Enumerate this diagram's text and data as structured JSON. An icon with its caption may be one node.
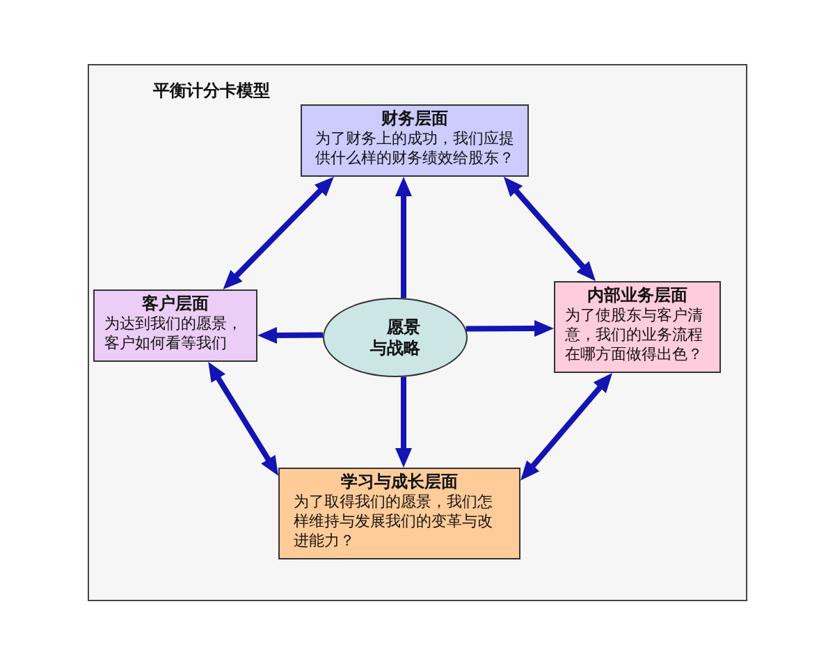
{
  "diagram": {
    "title": "平衡计分卡模型",
    "nodes": [
      {
        "text": [
          "财务层面",
          "为了财务上的成功，我们应提供什么样的财务绩效给股东？"
        ]
      },
      {
        "text": [
          "客户层面",
          "为达到我们的愿景，客户如何看等我们"
        ]
      },
      {
        "text": [
          "愿景与战略"
        ]
      },
      {
        "text": [
          "内部业务层面",
          "为了使股东与客户清意，我们的业务流程在哪方面做得出色？"
        ]
      },
      {
        "text": [
          "学习与成长层面",
          "为了取得我们的愿景，我们怎样维持与发展我们的变革与改进能力？"
        ]
      }
    ],
    "edges": [
      {
        "from": 0,
        "to": 1,
        "arrow": "both"
      },
      {
        "from": 0,
        "to": 3,
        "arrow": "both"
      },
      {
        "from": 2,
        "to": 0,
        "arrow": "to"
      },
      {
        "from": 2,
        "to": 1,
        "arrow": "to"
      },
      {
        "from": 2,
        "to": 3,
        "arrow": "to"
      },
      {
        "from": 2,
        "to": 4,
        "arrow": "to"
      },
      {
        "from": 1,
        "to": 4,
        "arrow": "both"
      },
      {
        "from": 3,
        "to": 4,
        "arrow": "both"
      }
    ]
  }
}
